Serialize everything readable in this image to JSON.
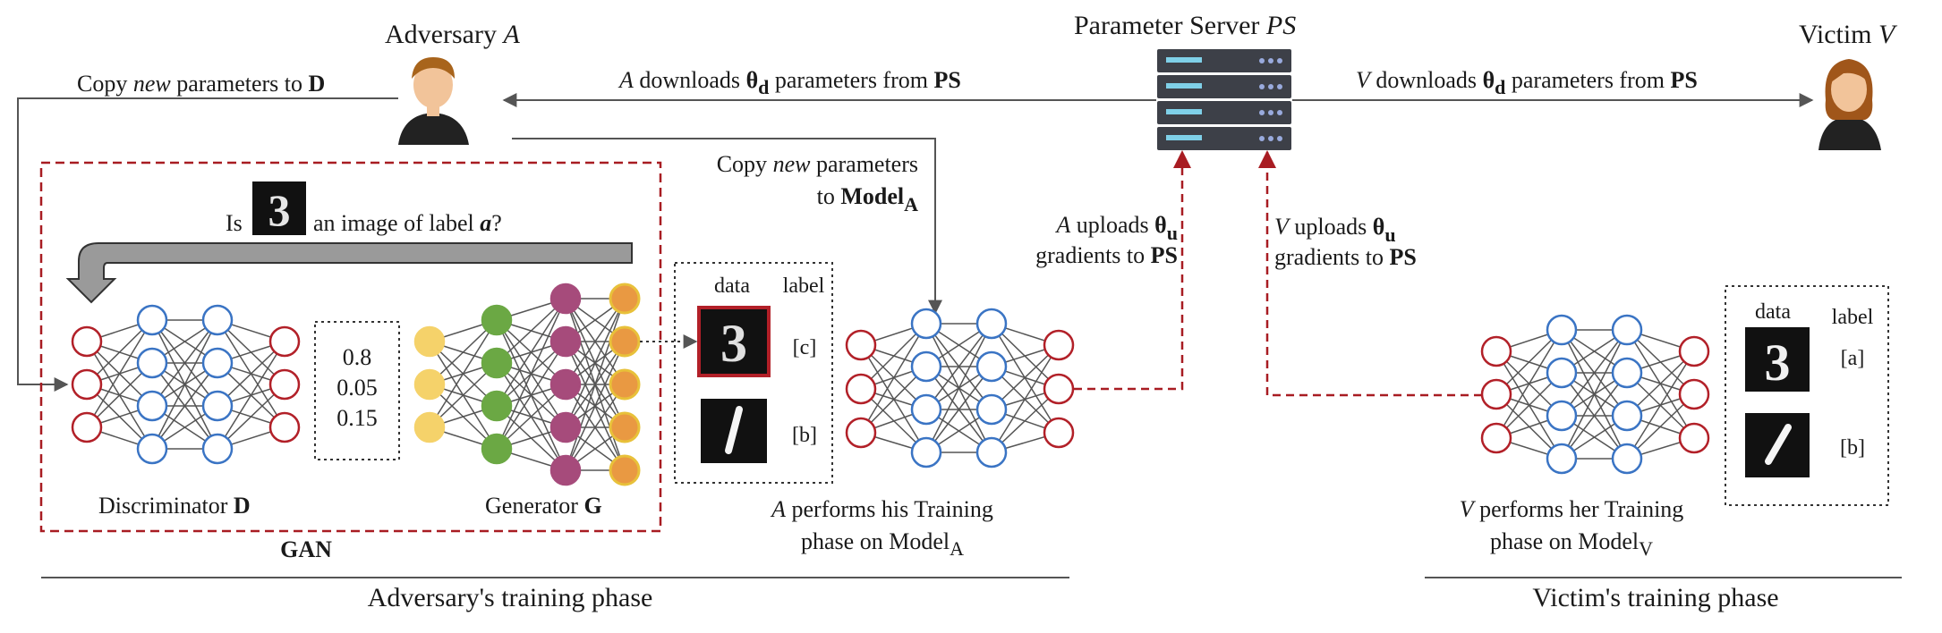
{
  "adversary": {
    "title_prefix": "Adversary ",
    "title_var": "A"
  },
  "server": {
    "title_prefix": "Parameter Server ",
    "title_var": "PS"
  },
  "victim": {
    "title_prefix": "Victim ",
    "title_var": "V"
  },
  "edges": {
    "copy_to_d": {
      "pre": "Copy ",
      "new": "new",
      "mid": " parameters to ",
      "target": "D"
    },
    "a_download": {
      "actor": "A",
      "pre": " downloads ",
      "theta": "θ",
      "sub": "d",
      "post": " parameters from ",
      "src": "PS"
    },
    "v_download": {
      "actor": "V",
      "pre": " downloads ",
      "theta": "θ",
      "sub": "d",
      "post": " parameters from ",
      "src": "PS"
    },
    "copy_to_model": {
      "line1_pre": "Copy ",
      "line1_new": "new",
      "line1_post": " parameters",
      "line2_pre": "to ",
      "model": "Model",
      "model_sub": "A"
    },
    "a_upload": {
      "actor": "A",
      "line1_post": " uploads ",
      "theta": "θ",
      "sub": "u",
      "line2": "gradients to ",
      "target": "PS"
    },
    "v_upload": {
      "actor": "V",
      "line1_post": " uploads ",
      "theta": "θ",
      "sub": "u",
      "line2": "gradients to ",
      "target": "PS"
    }
  },
  "gan": {
    "question_pre": "Is",
    "question_post": "an image of label ",
    "question_label": "a",
    "question_mark": "?",
    "discriminator_label": "Discriminator ",
    "discriminator_var": "D",
    "generator_label": "Generator ",
    "generator_var": "G",
    "gan_label": "GAN",
    "outputs": [
      "0.8",
      "0.05",
      "0.15"
    ]
  },
  "adversary_table": {
    "col_data": "data",
    "col_label": "label",
    "rows": [
      "[c]",
      "[b]"
    ]
  },
  "victim_table": {
    "col_data": "data",
    "col_label": "label",
    "rows": [
      "[a]",
      "[b]"
    ]
  },
  "adversary_training": {
    "actor": "A",
    "line1": " performs his Training",
    "line2_pre": "phase on Model",
    "line2_sub": "A"
  },
  "victim_training": {
    "actor": "V",
    "line1": " performs her Training",
    "line2_pre": "phase on Model",
    "line2_sub": "V"
  },
  "phases": {
    "adversary": "Adversary's training phase",
    "victim": "Victim's training phase"
  },
  "colors": {
    "node_red": "#b22028",
    "node_blue": "#3a74c4",
    "gen_yellow": "#f5d26a",
    "gen_green": "#6ba844",
    "gen_purple": "#a64b7b",
    "gen_orange": "#e99942",
    "dashed_red": "#a81c22"
  }
}
